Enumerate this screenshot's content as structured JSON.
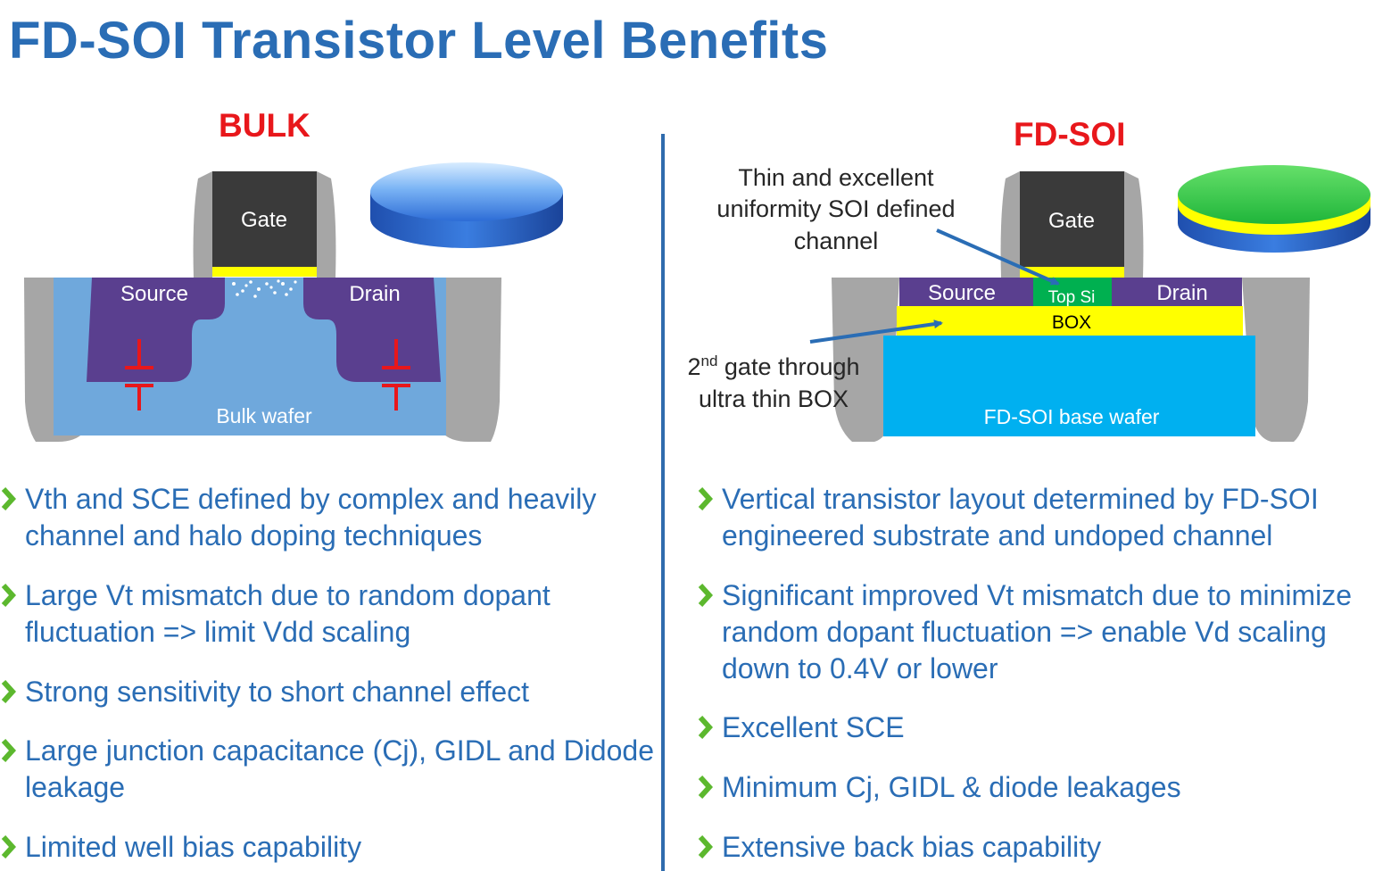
{
  "slide": {
    "title": "FD-SOI Transistor Level Benefits"
  },
  "bulk": {
    "heading": "BULK",
    "diagram": {
      "gate": "Gate",
      "source": "Source",
      "drain": "Drain",
      "wafer": "Bulk wafer"
    },
    "bullets": [
      "Vth and SCE defined by complex and heavily channel and halo doping techniques",
      "Large Vt mismatch due to random dopant fluctuation => limit Vdd scaling",
      "Strong sensitivity to short channel effect",
      "Large junction capacitance (Cj), GIDL and Didode leakage",
      "Limited well bias capability"
    ]
  },
  "fdsoi": {
    "heading": "FD-SOI",
    "diagram": {
      "gate": "Gate",
      "source": "Source",
      "drain": "Drain",
      "top_si": "Top Si",
      "box": "BOX",
      "wafer": "FD-SOI base wafer",
      "callout_channel": [
        "Thin and excellent",
        "uniformity SOI defined",
        "channel"
      ],
      "callout_gate_prefix": "2",
      "callout_gate_sup": "nd",
      "callout_gate_suffix": " gate through",
      "callout_gate_line2": "ultra thin BOX"
    },
    "bullets": [
      "Vertical transistor layout determined by FD-SOI engineered substrate and undoped channel",
      "Significant improved Vt mismatch due to minimize random dopant fluctuation => enable Vd scaling down to 0.4V or lower",
      "Excellent SCE",
      "Minimum Cj, GIDL & diode leakages",
      "Extensive back bias capability"
    ]
  },
  "colors": {
    "title": "#2a6db5",
    "heading": "#e8171b",
    "bullet_chevron": "#5cb82e",
    "source_drain": "#5a3f8f",
    "bulk_wafer": "#6fa8dc",
    "fdsoi_wafer": "#00b0f0",
    "box_layer": "#ffff00",
    "top_si": "#00b050",
    "gate": "#3a3a3a",
    "spacer": "#a6a6a6"
  }
}
